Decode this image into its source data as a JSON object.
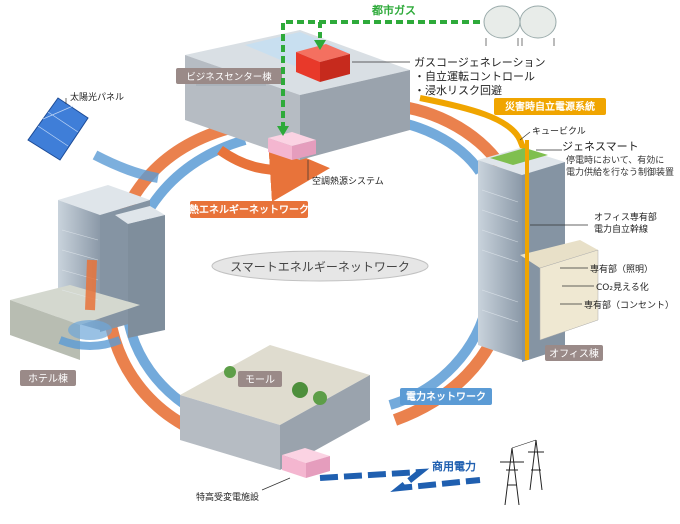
{
  "labels": {
    "city_gas": "都市ガス",
    "business_center": "ビジネスセンター棟",
    "gas_cogeneration": "ガスコージェネレーション",
    "cogen_item_1": "・自立運転コントロール",
    "cogen_item_2": "・浸水リスク回避",
    "solar_panel": "太陽光パネル",
    "disaster_power_system": "災害時自立電源系統",
    "cubicle": "キュービクル",
    "genesmart": "ジェネスマート",
    "genesmart_desc_1": "停電時において、有効に",
    "genesmart_desc_2": "電力供給を行なう制御装置",
    "hvac_system": "空調熱源システム",
    "heat_network": "熱エネルギーネットワーク",
    "office_trunk_1": "オフィス専有部",
    "office_trunk_2": "電力自立幹線",
    "smart_network": "スマートエネルギーネットワーク",
    "private_lighting": "専有部（照明）",
    "co2_visualization": "CO₂見える化",
    "private_outlet": "専有部（コンセント）",
    "hotel": "ホテル棟",
    "office_building": "オフィス棟",
    "mall": "モール",
    "power_network": "電力ネットワーク",
    "commercial_power": "商用電力",
    "substation": "特高受変電施設"
  },
  "colors": {
    "orange_arrow": "#e8733a",
    "blue_arrow": "#5b9bd5",
    "dashed_gas": "#2eaa3a",
    "disaster_line": "#f0a500",
    "gas_box": "#e8392a",
    "hvac_box": "#f4b6d0",
    "label_bg": "#9a8a88",
    "commercial_power": "#1f5fb0"
  }
}
